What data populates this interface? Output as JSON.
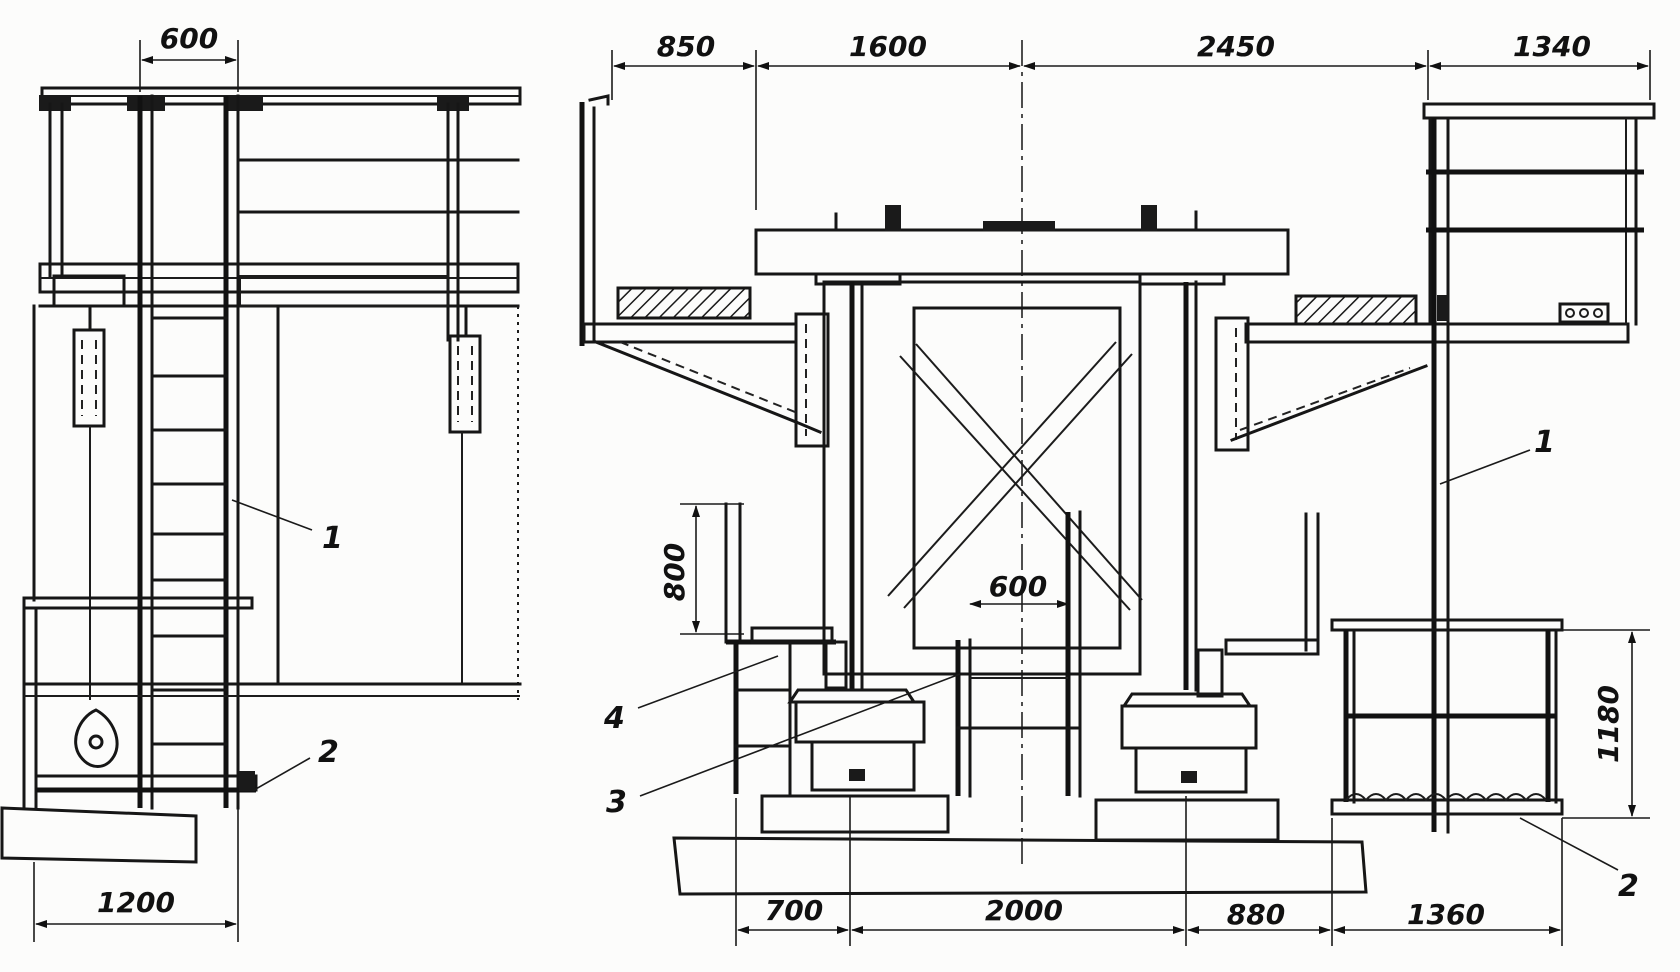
{
  "dimensions": {
    "left_top_width": "600",
    "left_bottom_width": "1200",
    "top_left_span": "850",
    "top_center_left": "1600",
    "top_center_right": "2450",
    "top_right_span": "1340",
    "vertical_railing_height": "800",
    "inner_width": "600",
    "vertical_platform_height": "1180",
    "bottom_a": "700",
    "bottom_b": "2000",
    "bottom_c": "880",
    "bottom_d": "1360"
  },
  "callouts": {
    "ladder_left": "1",
    "platform_left": "2",
    "ladder_right": "1",
    "part_3": "3",
    "part_4": "4",
    "part_right_bottom": "2"
  }
}
